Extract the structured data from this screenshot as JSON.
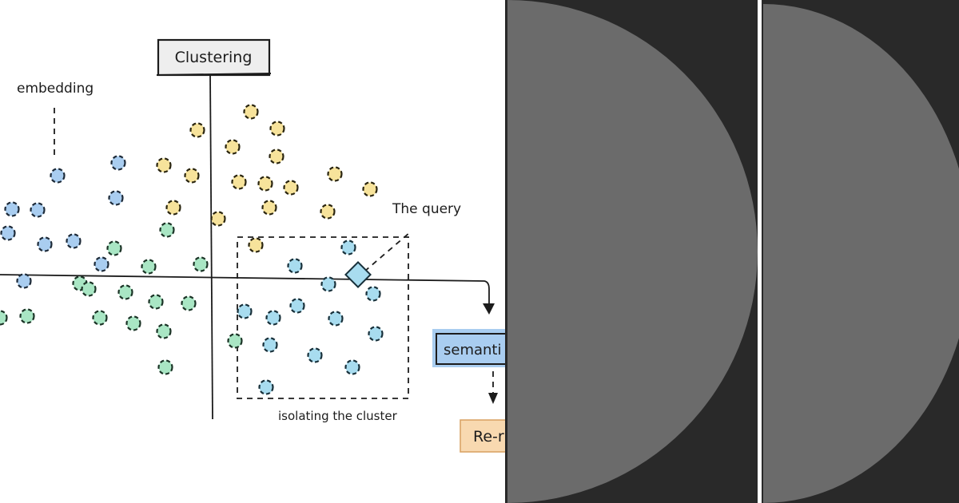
{
  "labels": {
    "clustering": "Clustering",
    "embedding": "embedding",
    "query": "The query",
    "isolating": "isolating the cluster",
    "semantic": "semanti",
    "rerank": "Re-r"
  },
  "colors": {
    "background": "#ffffff",
    "ink": "#1c1c1c",
    "yellow_fill": "#f7e39b",
    "yellow_stroke": "#2a2510",
    "blue_fill": "#a9cdf0",
    "blue_stroke": "#1d2a38",
    "green_fill": "#a9e6c4",
    "green_stroke": "#1b3326",
    "cyan_fill": "#a8dcef",
    "cyan_stroke": "#18303a",
    "query_fill": "#a8dcef",
    "semantic_box": "#a9cdf0",
    "rerank_box": "#f8d9b0",
    "clustering_box": "#eeeeee",
    "dark_panel": "#292929",
    "disc": "#6b6b6b",
    "divider": "#ffffff"
  }
}
